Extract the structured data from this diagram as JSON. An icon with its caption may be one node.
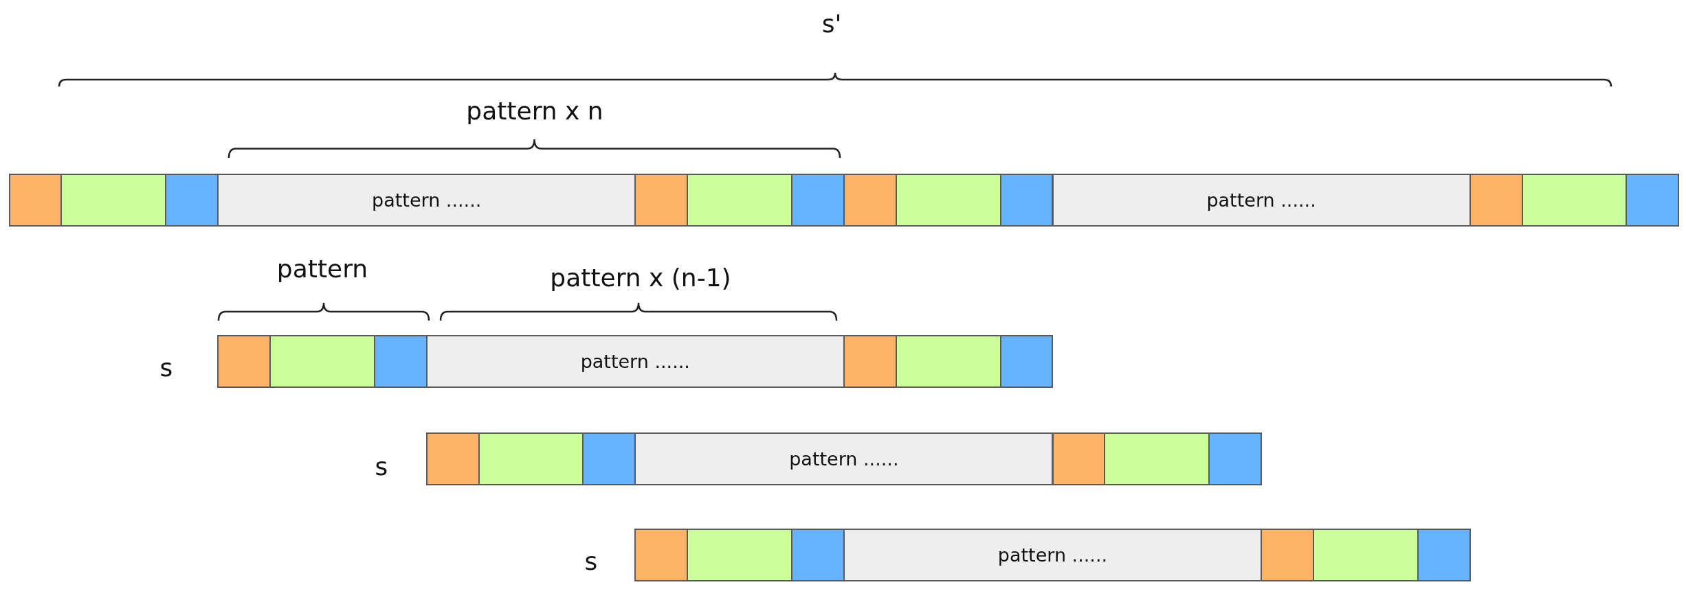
{
  "diagram": {
    "nodes": [
      {
        "text": [],
        "shape": "box"
      },
      {
        "text": [],
        "shape": "box"
      },
      {
        "text": [],
        "shape": "box"
      },
      {
        "text": [
          "pattern ......"
        ]
      },
      {
        "text": [],
        "shape": "box"
      },
      {
        "text": [],
        "shape": "box"
      },
      {
        "text": [],
        "shape": "box"
      },
      {
        "text": [],
        "shape": "box"
      },
      {
        "text": [],
        "shape": "box"
      },
      {
        "text": [],
        "shape": "box"
      },
      {
        "text": [
          "pattern ......"
        ]
      },
      {
        "text": [],
        "shape": "box"
      },
      {
        "text": [],
        "shape": "box"
      },
      {
        "text": [],
        "shape": "box"
      },
      {
        "text": [],
        "shape": "box"
      },
      {
        "text": [],
        "shape": "box"
      },
      {
        "text": [],
        "shape": "box"
      },
      {
        "text": [
          "pattern ......"
        ]
      },
      {
        "text": [],
        "shape": "box"
      },
      {
        "text": [],
        "shape": "box"
      },
      {
        "text": [],
        "shape": "box"
      },
      {
        "text": [],
        "shape": "box"
      },
      {
        "text": [],
        "shape": "box"
      },
      {
        "text": [],
        "shape": "box"
      },
      {
        "text": [
          "pattern ......"
        ]
      },
      {
        "text": [],
        "shape": "box"
      },
      {
        "text": [],
        "shape": "box"
      },
      {
        "text": [],
        "shape": "box"
      },
      {
        "text": [],
        "shape": "box"
      },
      {
        "text": [],
        "shape": "box"
      },
      {
        "text": [],
        "shape": "box"
      },
      {
        "text": [
          "pattern ......"
        ]
      },
      {
        "text": [],
        "shape": "box"
      },
      {
        "text": [],
        "shape": "box"
      },
      {
        "text": [],
        "shape": "box"
      }
    ],
    "edges": [],
    "labels": [
      "s'",
      "pattern x n",
      "pattern",
      "pattern x (n-1)",
      "s",
      "s",
      "s"
    ]
  }
}
